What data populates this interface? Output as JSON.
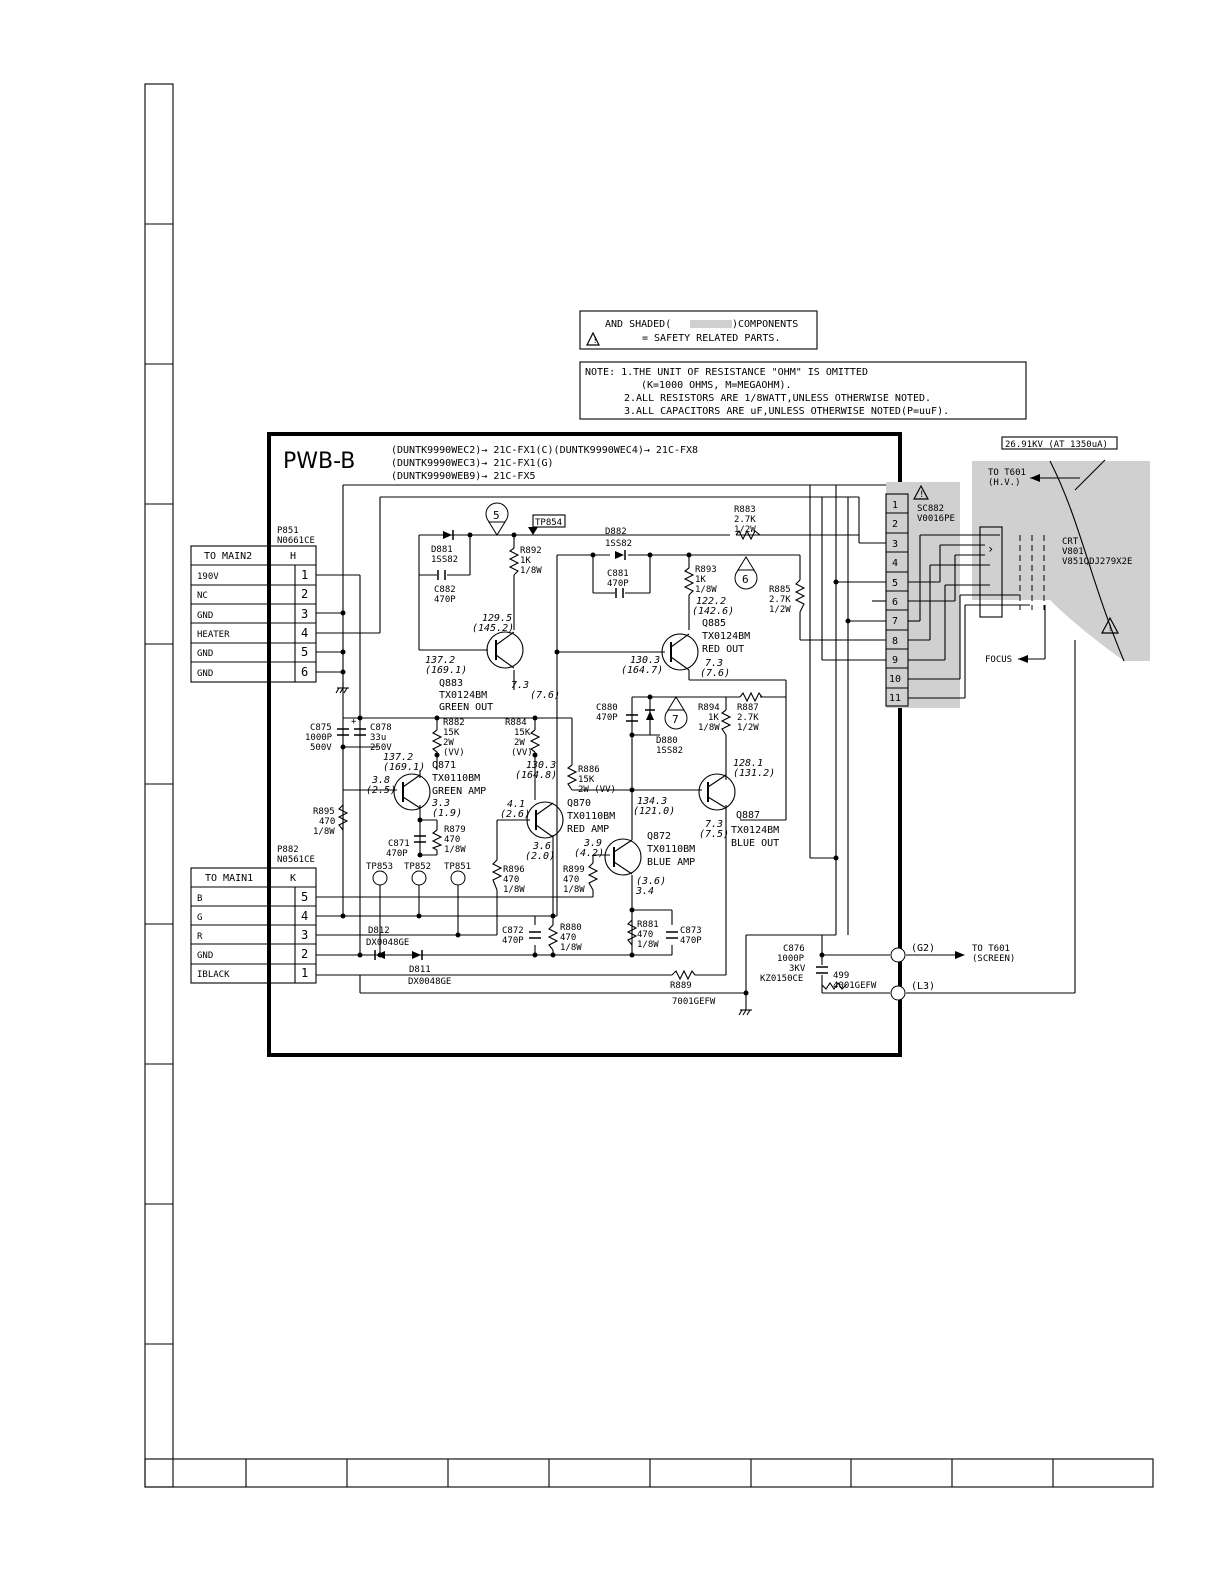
{
  "safety": {
    "line1_prefix": "AND SHADED(",
    "line1_suffix": ")COMPONENTS",
    "line2": "= SAFETY RELATED PARTS."
  },
  "note": {
    "line1": "NOTE: 1.THE UNIT OF RESISTANCE \"OHM\" IS OMITTED",
    "line2": "(K=1000 OHMS, M=MEGAOHM).",
    "line3": "2.ALL RESISTORS ARE 1/8WATT,UNLESS OTHERWISE NOTED.",
    "line4": "3.ALL CAPACITORS ARE uF,UNLESS OTHERWISE NOTED(P=uuF)."
  },
  "board": {
    "title": "PWB-B",
    "variants": [
      "(DUNTK9990WEC2)→ 21C-FX1(C)(DUNTK9990WEC4)→ 21C-FX8",
      "(DUNTK9990WEC3)→ 21C-FX1(G)",
      "(DUNTK9990WEB9)→ 21C-FX5"
    ]
  },
  "hv_note": "26.91KV (AT 1350uA)",
  "connector_h": {
    "ref": "P851",
    "part": "N0661CE",
    "title": "TO MAIN2",
    "letter": "H",
    "pins": [
      {
        "label": "190V",
        "num": "1"
      },
      {
        "label": "NC",
        "num": "2"
      },
      {
        "label": "GND",
        "num": "3"
      },
      {
        "label": "HEATER",
        "num": "4"
      },
      {
        "label": "GND",
        "num": "5"
      },
      {
        "label": "GND",
        "num": "6"
      }
    ]
  },
  "connector_k": {
    "ref": "P882",
    "part": "N0561CE",
    "title": "TO MAIN1",
    "letter": "K",
    "pins": [
      {
        "label": "B",
        "num": "5"
      },
      {
        "label": "G",
        "num": "4"
      },
      {
        "label": "R",
        "num": "3"
      },
      {
        "label": "GND",
        "num": "2"
      },
      {
        "label": "IBLACK",
        "num": "1"
      }
    ]
  },
  "socket": {
    "ref": "SC882",
    "part": "V0016PE",
    "pins": [
      "1",
      "2",
      "3",
      "4",
      "5",
      "6",
      "7",
      "8",
      "9",
      "10",
      "11"
    ]
  },
  "crt": {
    "label": "CRT",
    "ref": "V801",
    "part": "V851QDJ279X2E",
    "to_t601_hv": [
      "TO T601",
      "(H.V.)"
    ],
    "focus": "FOCUS"
  },
  "test_points": {
    "tp853": "TP853",
    "tp852": "TP852",
    "tp851": "TP851",
    "tp854": "TP854"
  },
  "markers": [
    "5",
    "6",
    "7"
  ],
  "transistors": {
    "q883": {
      "ref": "Q883",
      "part": "TX0124BM",
      "role": "GREEN OUT",
      "v1": "129.5",
      "v2": "(145.2)",
      "v3": "137.2",
      "v4": "(169.1)",
      "v5": "7.3",
      "v6": "(7.6)"
    },
    "q885": {
      "ref": "Q885",
      "part": "TX0124BM",
      "role": "RED OUT",
      "v1": "130.3",
      "v2": "(164.7)",
      "v3": "7.3",
      "v4": "(7.6)",
      "v5": "122.2",
      "v6": "(142.6)"
    },
    "q871": {
      "ref": "Q871",
      "part": "TX0110BM",
      "role": "GREEN AMP",
      "v1": "137.2",
      "v2": "(169.1)",
      "v3": "3.8",
      "v4": "(2.5)",
      "v5": "3.3",
      "v6": "(1.9)"
    },
    "q870": {
      "ref": "Q870",
      "part": "TX0110BM",
      "role": "RED AMP",
      "v1": "4.1",
      "v2": "(2.6)",
      "v3": "3.6",
      "v4": "(2.0)",
      "v5": "130.3",
      "v6": "(164.8)"
    },
    "q872": {
      "ref": "Q872",
      "part": "TX0110BM",
      "role": "BLUE AMP",
      "v1": "3.9",
      "v2": "(4.2)",
      "v3": "(3.6)",
      "v4": "3.4",
      "v5": "134.3",
      "v6": "(121.0)"
    },
    "q887": {
      "ref": "Q887",
      "part": "TX0124BM",
      "role": "BLUE OUT",
      "v1": "128.1",
      "v2": "(131.2)",
      "v3": "7.3",
      "v4": "(7.5)"
    }
  },
  "components": {
    "d881": {
      "ref": "D881",
      "part": "1SS82"
    },
    "c882": {
      "ref": "C882",
      "val": "470P"
    },
    "r892": {
      "ref": "R892",
      "val": "1K",
      "w": "1/8W"
    },
    "d882": {
      "ref": "D882",
      "part": "1SS82"
    },
    "c881": {
      "ref": "C881",
      "val": "470P"
    },
    "r893": {
      "ref": "R893",
      "val": "1K",
      "w": "1/8W"
    },
    "r883": {
      "ref": "R883",
      "val": "2.7K",
      "w": "1/2W"
    },
    "r885": {
      "ref": "R885",
      "val": "2.7K",
      "w": "1/2W"
    },
    "c875": {
      "ref": "C875",
      "val": "1000P",
      "v": "500V"
    },
    "c878": {
      "ref": "C878",
      "val": "33u",
      "v": "250V"
    },
    "r882": {
      "ref": "R882",
      "val": "15K",
      "w": "2W",
      "x": "(VV)"
    },
    "r884": {
      "ref": "R884",
      "val": "15K",
      "w": "2W",
      "x": "(VV)"
    },
    "r886": {
      "ref": "R886",
      "val": "15K",
      "w": "2W (VV)"
    },
    "c880": {
      "ref": "C880",
      "val": "470P"
    },
    "r894": {
      "ref": "R894",
      "val": "1K",
      "w": "1/8W"
    },
    "r887": {
      "ref": "R887",
      "val": "2.7K",
      "w": "1/2W"
    },
    "d880": {
      "ref": "D880",
      "part": "1SS82"
    },
    "r895": {
      "ref": "R895",
      "val": "470",
      "w": "1/8W"
    },
    "c871": {
      "ref": "C871",
      "val": "470P"
    },
    "r879": {
      "ref": "R879",
      "val": "470",
      "w": "1/8W"
    },
    "r896": {
      "ref": "R896",
      "val": "470",
      "w": "1/8W"
    },
    "r899": {
      "ref": "R899",
      "val": "470",
      "w": "1/8W"
    },
    "c872": {
      "ref": "C872",
      "val": "470P"
    },
    "r880": {
      "ref": "R880",
      "val": "470",
      "w": "1/8W"
    },
    "r881": {
      "ref": "R881",
      "val": "470",
      "w": "1/8W"
    },
    "c873": {
      "ref": "C873",
      "val": "470P"
    },
    "d812": {
      "ref": "D812",
      "part": "DX0048GE"
    },
    "d811": {
      "ref": "D811",
      "part": "DX0048GE"
    },
    "r889": {
      "ref": "R889",
      "part": "7001GEFW"
    },
    "c876": {
      "ref": "C876",
      "val": "1000P",
      "v": "3KV",
      "part": "KZ0150CE"
    },
    "r499": {
      "ref": "499",
      "part": "4001GEFW"
    }
  },
  "outputs": {
    "g2": "(G2)",
    "l3": "(L3)",
    "to_t601_screen": [
      "TO T601",
      "(SCREEN)"
    ]
  }
}
